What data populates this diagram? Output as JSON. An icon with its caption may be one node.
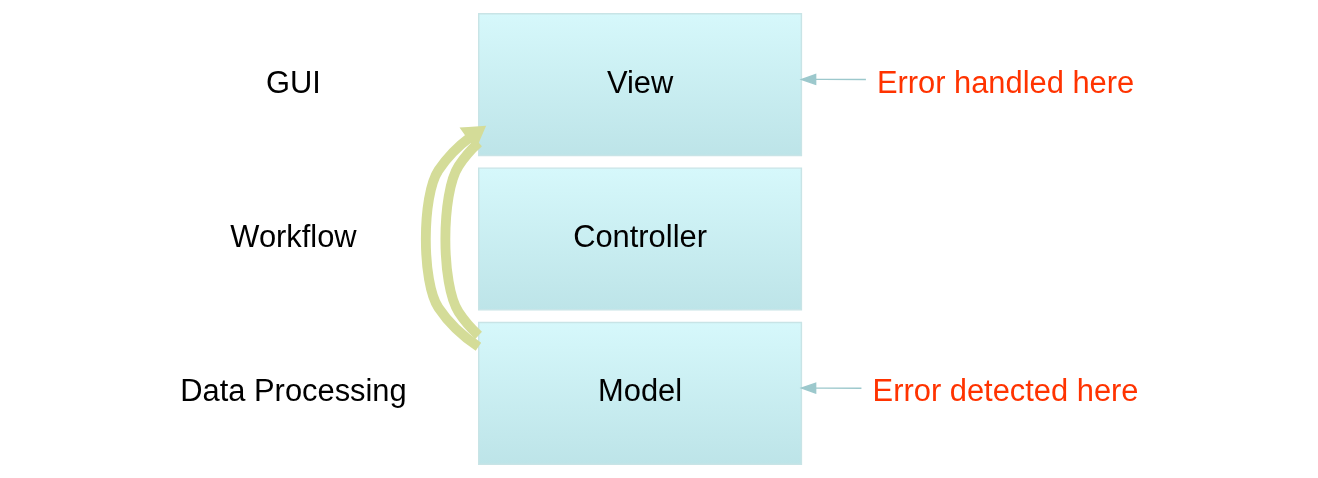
{
  "diagram": {
    "nodes": [
      {
        "text": [
          "View"
        ]
      },
      {
        "text": [
          "Controller"
        ]
      },
      {
        "text": [
          "Model"
        ]
      },
      {
        "text": [
          "Error handled here"
        ]
      },
      {
        "text": [
          "Error detected here"
        ]
      }
    ],
    "edges": [
      {
        "from": 3,
        "to": 0,
        "arrow": "to"
      },
      {
        "from": 0,
        "to": 2,
        "arrow": "none",
        "style": "thick",
        "color": "#d4dc98"
      },
      {
        "from": 2,
        "to": 0,
        "arrow": "to",
        "style": "thick",
        "color": "#d4dc98"
      },
      {
        "from": 4,
        "to": 2,
        "arrow": "to"
      }
    ],
    "labels": [
      "GUI",
      "Workflow",
      "Data Processing"
    ]
  }
}
